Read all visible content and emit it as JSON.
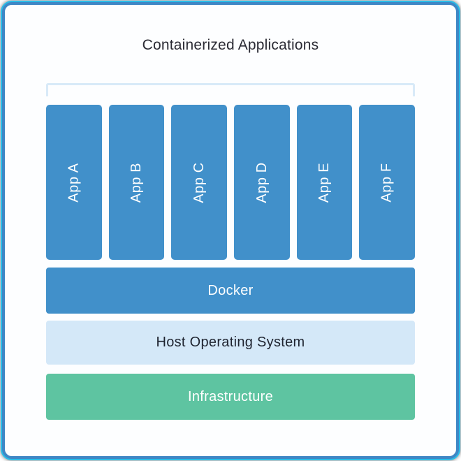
{
  "diagram": {
    "title": "Containerized Applications",
    "apps": [
      "App A",
      "App B",
      "App C",
      "App D",
      "App E",
      "App F"
    ],
    "layers": {
      "docker": "Docker",
      "host_os": "Host Operating System",
      "infrastructure": "Infrastructure"
    },
    "colors": {
      "app_bar_blue": "#4190ca",
      "docker_bar_blue": "#4190ca",
      "host_os_light_blue": "#d4e8f8",
      "infrastructure_green": "#5ec4a1",
      "bracket_light_blue": "#d8eaf8",
      "card_border_blue": "#3f87c5",
      "card_border_cyan": "#29bde8",
      "title_text": "#2a2a33",
      "bar_text_light": "#ffffff",
      "host_os_text": "#1f2430"
    }
  }
}
